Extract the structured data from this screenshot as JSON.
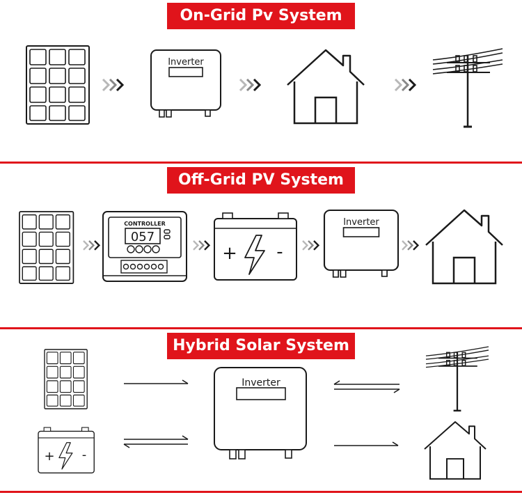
{
  "sections": {
    "on_grid": {
      "title": "On-Grid Pv System",
      "inverter_label": "Inverter"
    },
    "off_grid": {
      "title": "Off-Grid PV System",
      "controller_label": "CONTROLLER",
      "controller_display": "057",
      "battery_plus": "+",
      "battery_minus": "-",
      "inverter_label": "Inverter"
    },
    "hybrid": {
      "title": "Hybrid Solar System",
      "inverter_label": "Inverter",
      "battery_plus": "+",
      "battery_minus": "-"
    }
  },
  "colors": {
    "accent": "#e0141b",
    "line": "#1a1a1a",
    "arrow_light": "#b0b0b0"
  }
}
